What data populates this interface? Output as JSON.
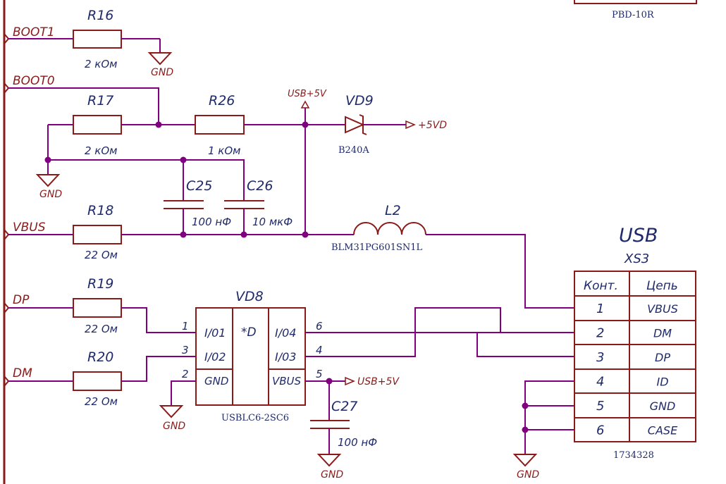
{
  "nets": {
    "boot1": "BOOT1",
    "boot0": "BOOT0",
    "vbus": "VBUS",
    "dp": "DP",
    "dm": "DM",
    "usb5v_top": "USB+5V",
    "usb5v_bottom": "USB+5V",
    "plus5vd": "+5VD",
    "gnd": "GND"
  },
  "resistors": {
    "r16": {
      "ref": "R16",
      "value": "2 кОм"
    },
    "r17": {
      "ref": "R17",
      "value": "2 кОм"
    },
    "r26": {
      "ref": "R26",
      "value": "1 кОм"
    },
    "r18": {
      "ref": "R18",
      "value": "22 Ом"
    },
    "r19": {
      "ref": "R19",
      "value": "22 Ом"
    },
    "r20": {
      "ref": "R20",
      "value": "22 Ом"
    }
  },
  "capacitors": {
    "c25": {
      "ref": "C25",
      "value": "100 нФ"
    },
    "c26": {
      "ref": "C26",
      "value": "10 мкФ"
    },
    "c27": {
      "ref": "C27",
      "value": "100 нФ"
    }
  },
  "diode": {
    "ref": "VD9",
    "part": "B240A"
  },
  "inductor": {
    "ref": "L2",
    "part": "BLM31PG601SN1L"
  },
  "ic": {
    "ref": "VD8",
    "part": "USBLC6-2SC6",
    "center": "*D",
    "pins": {
      "io1": {
        "num": "1",
        "name": "I/01"
      },
      "io2": {
        "num": "3",
        "name": "I/02"
      },
      "gnd": {
        "num": "2",
        "name": "GND"
      },
      "io4": {
        "num": "6",
        "name": "I/04"
      },
      "io3": {
        "num": "4",
        "name": "I/03"
      },
      "vbus": {
        "num": "5",
        "name": "VBUS"
      }
    }
  },
  "connector": {
    "title": "USB",
    "ref": "XS3",
    "part": "1734328",
    "header": {
      "contact": "Конт.",
      "circuit": "Цепь"
    },
    "rows": [
      {
        "num": "1",
        "name": "VBUS"
      },
      {
        "num": "2",
        "name": "DM"
      },
      {
        "num": "3",
        "name": "DP"
      },
      {
        "num": "4",
        "name": "ID"
      },
      {
        "num": "5",
        "name": "GND"
      },
      {
        "num": "6",
        "name": "CASE"
      }
    ]
  },
  "top_part": "PBD-10R"
}
